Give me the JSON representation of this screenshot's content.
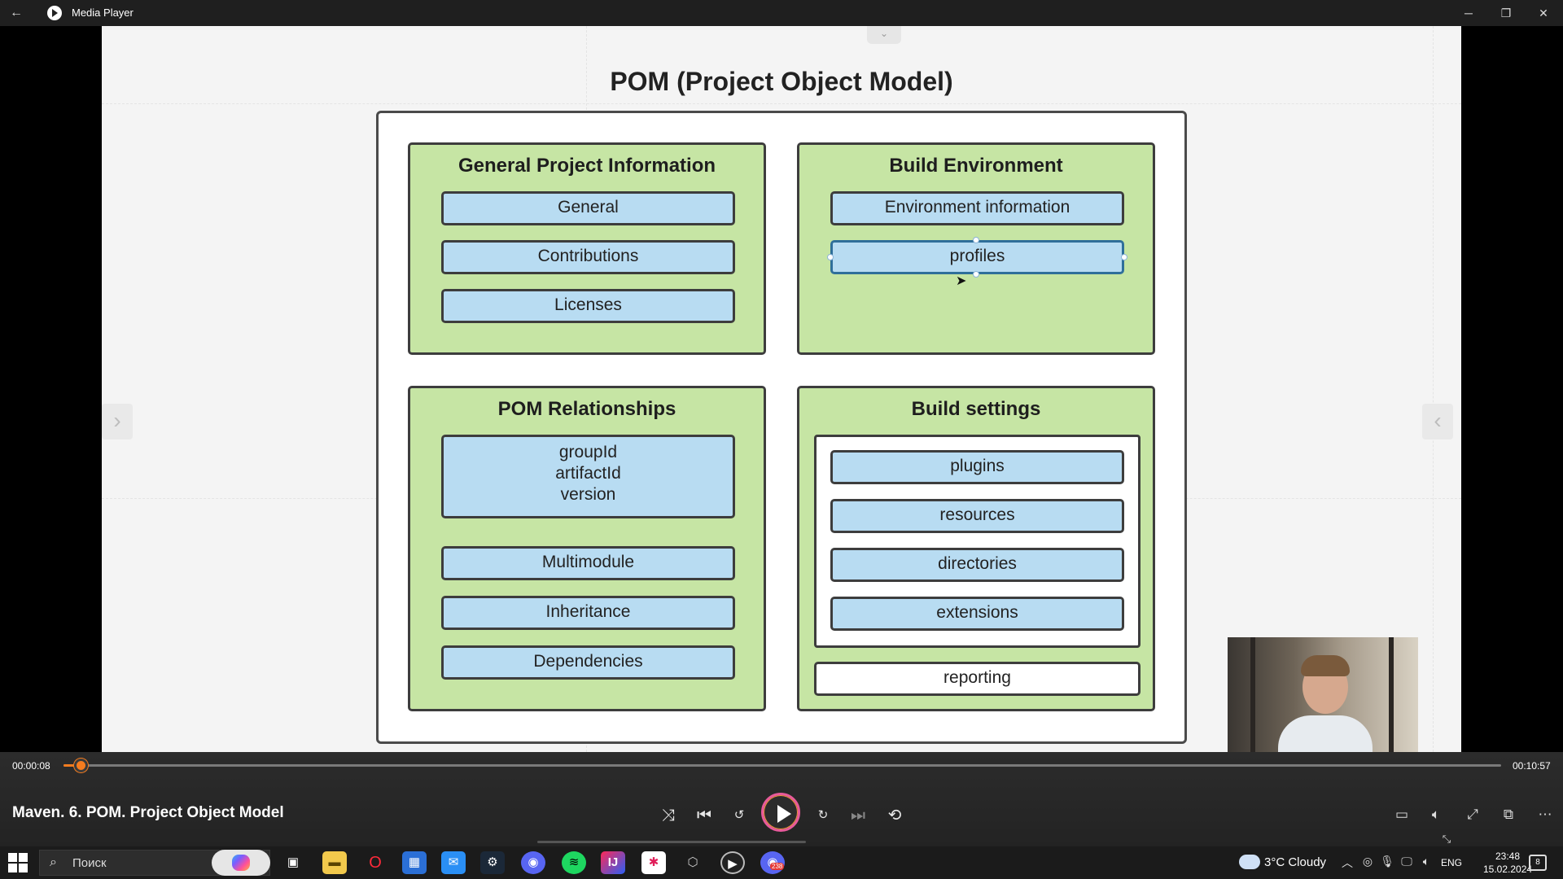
{
  "window": {
    "title": "Media Player",
    "back_icon": "←",
    "minimize": "─",
    "restore": "❐",
    "close": "✕"
  },
  "slide": {
    "title": "POM (Project Object Model)",
    "panels": {
      "general": {
        "title": "General Project Information",
        "items": [
          "General",
          "Contributions",
          "Licenses"
        ]
      },
      "build_env": {
        "title": "Build Environment",
        "items": [
          "Environment information",
          "profiles"
        ]
      },
      "relationships": {
        "title": "POM Relationships",
        "coords": [
          "groupId",
          "artifactId",
          "version"
        ],
        "items": [
          "Multimodule",
          "Inheritance",
          "Dependencies"
        ]
      },
      "build_settings": {
        "title": "Build settings",
        "items": [
          "plugins",
          "resources",
          "directories",
          "extensions"
        ],
        "reporting": "reporting"
      }
    }
  },
  "player": {
    "current_time": "00:00:08",
    "total_time": "00:10:57",
    "progress": 0.012,
    "video_title": "Maven. 6. POM. Project Object Model",
    "accent_color": "#f57c1f"
  },
  "taskbar": {
    "search_placeholder": "Поиск",
    "weather": "3°C  Cloudy",
    "language": "ENG",
    "time": "23:48",
    "date": "15.02.2024",
    "notifications": "8",
    "discord_badge": "238"
  }
}
